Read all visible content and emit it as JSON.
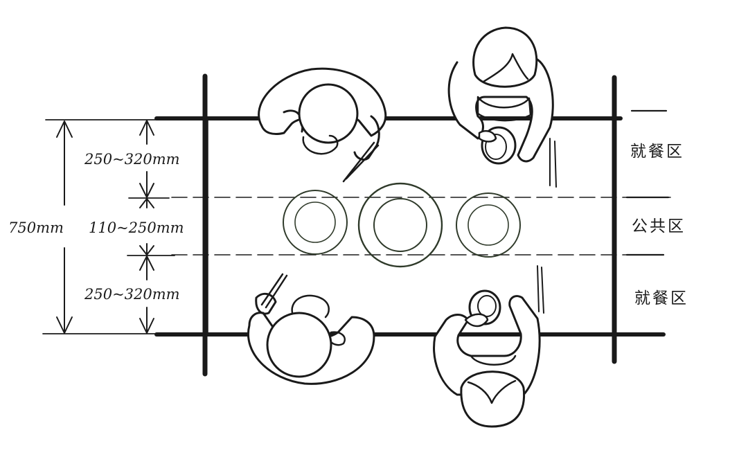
{
  "dimensions": {
    "total": "750mm",
    "top": "250~320mm",
    "middle": "110~250mm",
    "bottom": "250~320mm"
  },
  "zones": {
    "top": "就餐区",
    "middle": "公共区",
    "bottom": "就餐区"
  },
  "colors": {
    "ink": "#1a1a1a",
    "plate_outline": "#2f3a2a",
    "background": "#ffffff"
  }
}
